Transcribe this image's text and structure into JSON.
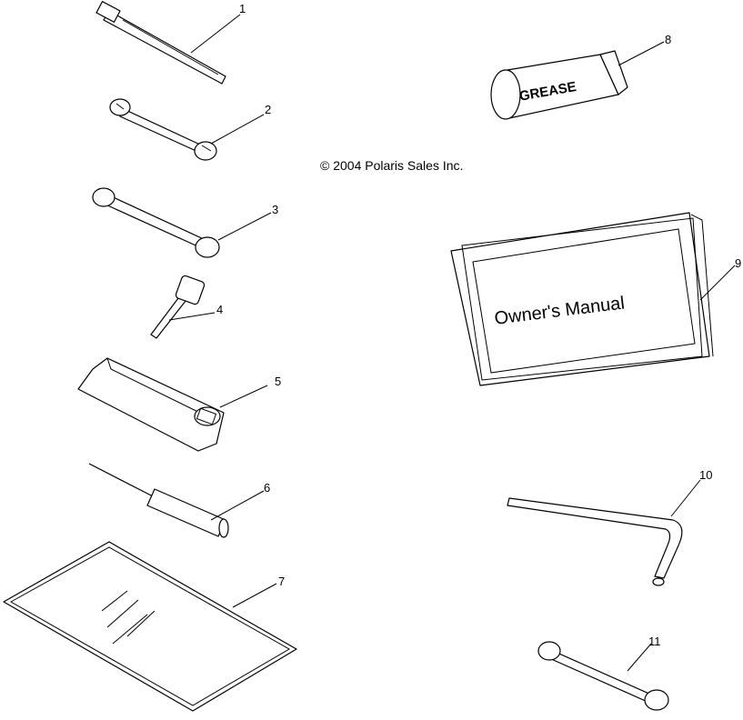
{
  "copyright": "© 2004 Polaris Sales Inc.",
  "labels": {
    "grease": "GREASE",
    "manual": "Owner's Manual"
  },
  "callouts": [
    "1",
    "2",
    "3",
    "4",
    "5",
    "6",
    "7",
    "8",
    "9",
    "10",
    "11"
  ]
}
